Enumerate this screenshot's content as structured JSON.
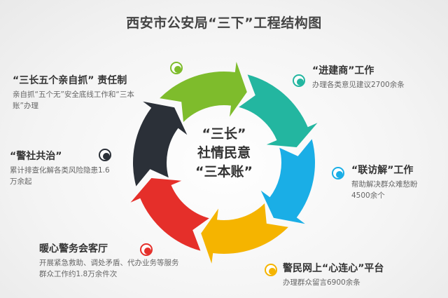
{
  "title": "西安市公安局“三下”工程结构图",
  "center": {
    "line1": "“三长”",
    "line2": "社情民意",
    "line3": "“三本账”"
  },
  "items": [
    {
      "heading": "“进建商”工作",
      "desc": "办理各类意见建议2700余条",
      "color": "#23b6a0"
    },
    {
      "heading": "“联访解”工作",
      "desc": "帮助解决群众难愁盼 4500余个",
      "color": "#1aaee6"
    },
    {
      "heading": "警民网上“心连心”平台",
      "desc": "办理群众留言6900余条",
      "color": "#f5b400"
    },
    {
      "heading": "暖心警务会客厅",
      "desc": "开展紧急救助、调处矛盾、代办业务等服务群众工作约1.8万余件次",
      "color": "#e52f2a"
    },
    {
      "heading": "“警社共治”",
      "desc": "累计排查化解各类风险隐患1.6万余起",
      "color": "#2b3038"
    },
    {
      "heading": "“三长五个亲自抓” 责任制",
      "desc": "亲自抓“五个无”安全底线工作和“三本账”办理",
      "color": "#7ebc2c"
    }
  ]
}
